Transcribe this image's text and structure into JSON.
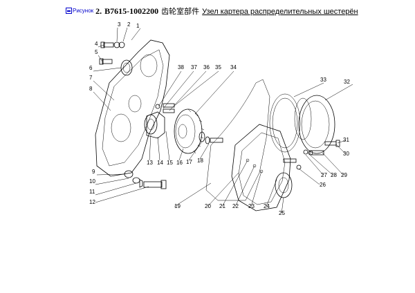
{
  "header": {
    "figure_link": "Рисунок",
    "title_number": "2.",
    "title_code": "B7615-1002200",
    "title_cn": "齿轮室部件",
    "title_ru": "Узел картера распределительных шестерён"
  },
  "callouts": [
    "1",
    "2",
    "3",
    "4",
    "5",
    "6",
    "7",
    "8",
    "9",
    "10",
    "11",
    "12",
    "13",
    "14",
    "15",
    "16",
    "17",
    "18",
    "19",
    "20",
    "21",
    "22",
    "23",
    "24",
    "25",
    "26",
    "27",
    "28",
    "29",
    "30",
    "31",
    "32",
    "33",
    "34",
    "35",
    "36",
    "37",
    "38"
  ]
}
